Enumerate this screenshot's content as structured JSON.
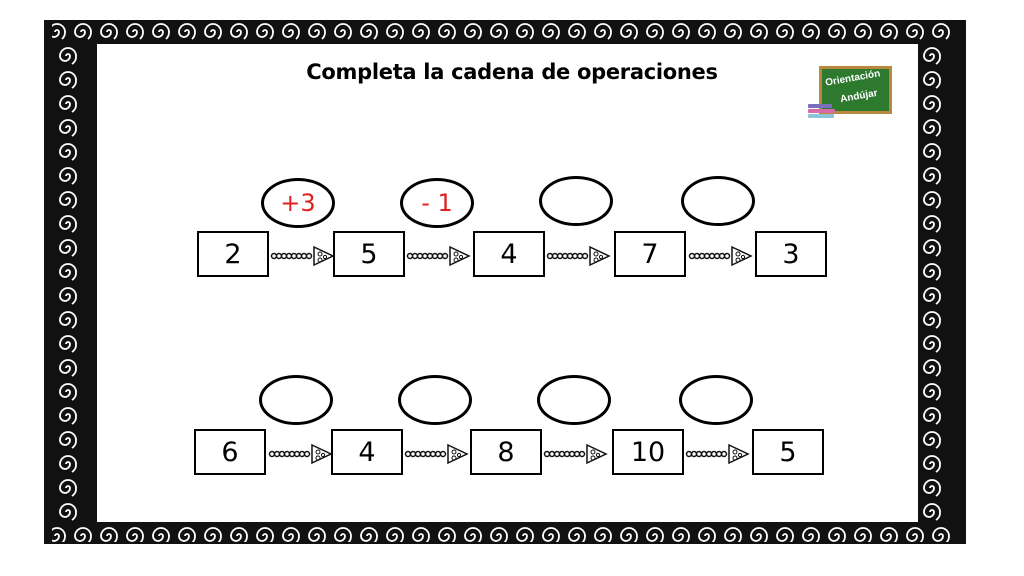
{
  "title": "Completa la cadena de operaciones",
  "logo": {
    "line1": "Orientación",
    "line2": "Andújar",
    "board_color": "#2d7a2f",
    "frame_color": "#b8893c"
  },
  "colors": {
    "operation_text": "#e02020",
    "frame": "#111111"
  },
  "rows": [
    {
      "numbers": [
        "2",
        "5",
        "4",
        "7",
        "3"
      ],
      "operations": [
        "+3",
        "- 1",
        "",
        ""
      ]
    },
    {
      "numbers": [
        "6",
        "4",
        "8",
        "10",
        "5"
      ],
      "operations": [
        "",
        "",
        "",
        ""
      ]
    }
  ]
}
